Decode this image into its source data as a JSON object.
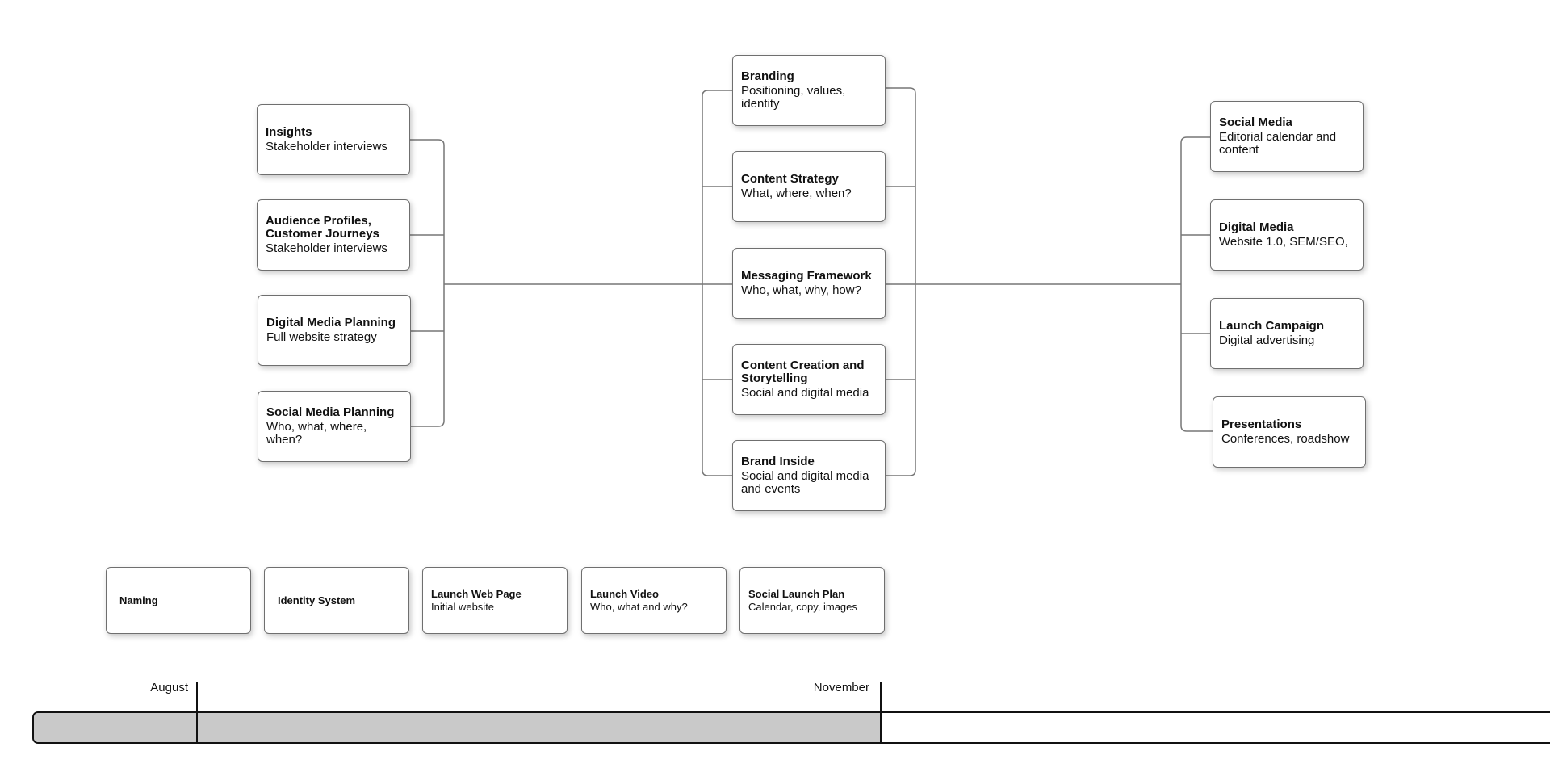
{
  "left_items": [
    {
      "title": "Insights",
      "subtitle": "Stakeholder interviews"
    },
    {
      "title": "Audience Profiles, Customer Journeys",
      "subtitle": "Stakeholder interviews"
    },
    {
      "title": "Digital Media Planning",
      "subtitle": "Full website strategy"
    },
    {
      "title": "Social Media Planning",
      "subtitle": "Who, what, where, when?"
    }
  ],
  "center_items": [
    {
      "title": "Branding",
      "subtitle": "Positioning, values, identity"
    },
    {
      "title": "Content Strategy",
      "subtitle": "What, where, when?"
    },
    {
      "title": "Messaging Framework",
      "subtitle": "Who, what, why, how?"
    },
    {
      "title": "Content Creation and Storytelling",
      "subtitle": "Social and digital media"
    },
    {
      "title": "Brand Inside",
      "subtitle": "Social and digital media and events"
    }
  ],
  "right_items": [
    {
      "title": "Social Media",
      "subtitle": "Editorial calendar and content"
    },
    {
      "title": "Digital Media",
      "subtitle": "Website 1.0, SEM/SEO,"
    },
    {
      "title": "Launch Campaign",
      "subtitle": "Digital advertising"
    },
    {
      "title": "Presentations",
      "subtitle": "Conferences, roadshow"
    }
  ],
  "deliverables": [
    {
      "title": "Naming",
      "subtitle": ""
    },
    {
      "title": "Identity System",
      "subtitle": ""
    },
    {
      "title": "Launch Web Page",
      "subtitle": "Initial website"
    },
    {
      "title": "Launch Video",
      "subtitle": "Who, what and why?"
    },
    {
      "title": "Social Launch Plan",
      "subtitle": "Calendar, copy, images"
    }
  ],
  "timeline": {
    "months": [
      "August",
      "November"
    ]
  }
}
